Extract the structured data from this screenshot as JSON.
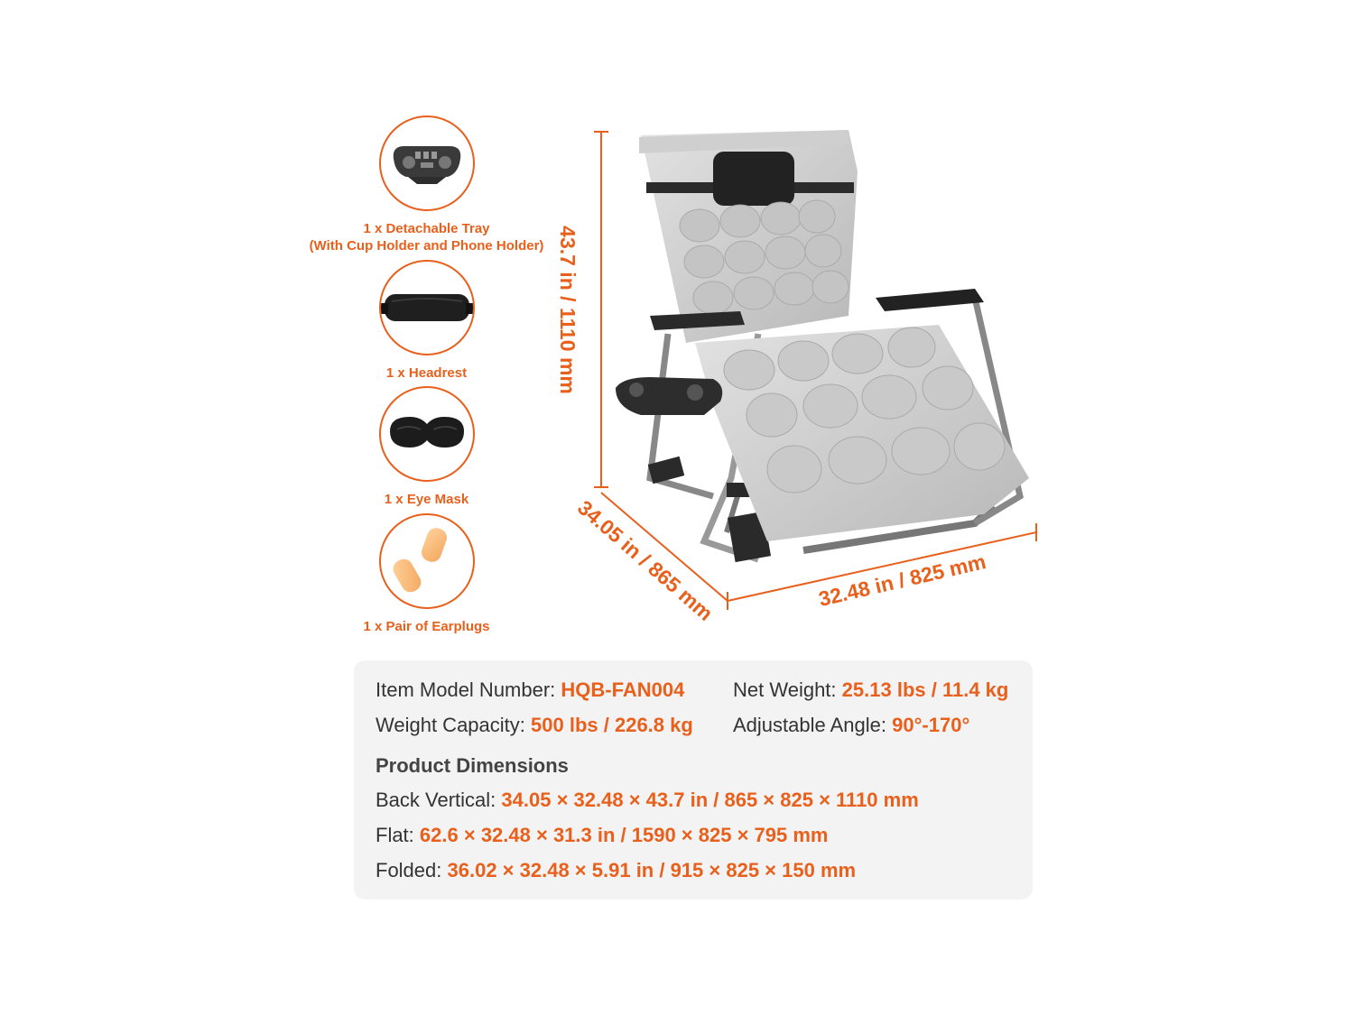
{
  "accessories": [
    {
      "icon": "tray-icon",
      "line1": "1 x Detachable Tray",
      "line2": "(With Cup Holder and Phone Holder)"
    },
    {
      "icon": "headrest-icon",
      "line1": "1 x Headrest",
      "line2": ""
    },
    {
      "icon": "eye-mask-icon",
      "line1": "1 x Eye Mask",
      "line2": ""
    },
    {
      "icon": "earplugs-icon",
      "line1": "1 x Pair of Earplugs",
      "line2": ""
    }
  ],
  "dimensions": {
    "height": "43.7 in / 1110 mm",
    "depth": "34.05 in / 865 mm",
    "width": "32.48 in / 825 mm"
  },
  "specs": {
    "model": {
      "label": "Item Model Number:",
      "value": "HQB-FAN004"
    },
    "net_weight": {
      "label": "Net Weight:",
      "value": "25.13 lbs / 11.4 kg"
    },
    "capacity": {
      "label": "Weight Capacity:",
      "value": "500 lbs / 226.8 kg"
    },
    "angle": {
      "label": "Adjustable Angle:",
      "value": "90°-170°"
    },
    "heading": "Product Dimensions",
    "back_vertical": {
      "label": "Back Vertical:",
      "value": "34.05 × 32.48 × 43.7 in / 865 × 825 × 1110 mm"
    },
    "flat": {
      "label": "Flat:",
      "value": "62.6 × 32.48 × 31.3 in / 1590 × 825 × 795 mm"
    },
    "folded": {
      "label": "Folded:",
      "value": "36.02 × 32.48 × 5.91 in / 915 × 825 × 150 mm"
    }
  },
  "colors": {
    "accent": "#e8601c",
    "panel": "#f3f3f3"
  }
}
